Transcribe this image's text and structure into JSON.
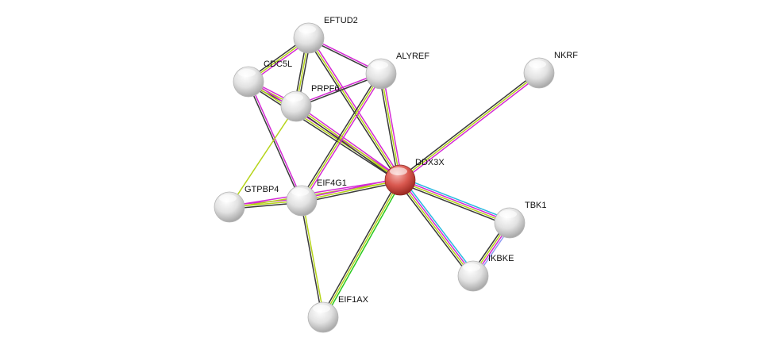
{
  "network": {
    "query_node": "DDX3X",
    "colors": {
      "magenta": "#d42ad4",
      "lime": "#b5d418",
      "black": "#3a3a3a",
      "cyan": "#29b8e0",
      "blue": "#8f9cf2",
      "green": "#27c81d",
      "query": "#d9534f",
      "node": "#e4e4e4"
    },
    "nodes": [
      {
        "id": "EFTUD2",
        "label": "EFTUD2"
      },
      {
        "id": "CDC5L",
        "label": "CDC5L"
      },
      {
        "id": "ALYREF",
        "label": "ALYREF"
      },
      {
        "id": "PRPF6",
        "label": "PRPF6"
      },
      {
        "id": "NKRF",
        "label": "NKRF"
      },
      {
        "id": "DDX3X",
        "label": "DDX3X"
      },
      {
        "id": "GTPBP4",
        "label": "GTPBP4"
      },
      {
        "id": "EIF4G1",
        "label": "EIF4G1"
      },
      {
        "id": "TBK1",
        "label": "TBK1"
      },
      {
        "id": "IKBKE",
        "label": "IKBKE"
      },
      {
        "id": "EIF1AX",
        "label": "EIF1AX"
      }
    ],
    "edges": [
      {
        "a": "EFTUD2",
        "b": "CDC5L",
        "c": [
          "magenta",
          "lime",
          "black"
        ]
      },
      {
        "a": "EFTUD2",
        "b": "PRPF6",
        "c": [
          "black",
          "lime",
          "black"
        ]
      },
      {
        "a": "EFTUD2",
        "b": "ALYREF",
        "c": [
          "magenta",
          "black"
        ]
      },
      {
        "a": "EFTUD2",
        "b": "DDX3X",
        "c": [
          "magenta",
          "lime",
          "black"
        ]
      },
      {
        "a": "CDC5L",
        "b": "PRPF6",
        "c": [
          "magenta",
          "lime",
          "black"
        ]
      },
      {
        "a": "CDC5L",
        "b": "DDX3X",
        "c": [
          "magenta",
          "lime",
          "black"
        ]
      },
      {
        "a": "CDC5L",
        "b": "EIF4G1",
        "c": [
          "magenta",
          "black"
        ]
      },
      {
        "a": "PRPF6",
        "b": "ALYREF",
        "c": [
          "magenta",
          "black"
        ]
      },
      {
        "a": "PRPF6",
        "b": "DDX3X",
        "c": [
          "magenta",
          "lime",
          "black"
        ]
      },
      {
        "a": "PRPF6",
        "b": "GTPBP4",
        "c": [
          "lime"
        ]
      },
      {
        "a": "ALYREF",
        "b": "DDX3X",
        "c": [
          "magenta",
          "lime",
          "black"
        ]
      },
      {
        "a": "ALYREF",
        "b": "EIF4G1",
        "c": [
          "magenta",
          "lime",
          "black"
        ]
      },
      {
        "a": "NKRF",
        "b": "DDX3X",
        "c": [
          "magenta",
          "lime",
          "black"
        ]
      },
      {
        "a": "GTPBP4",
        "b": "EIF4G1",
        "c": [
          "magenta",
          "lime",
          "black"
        ]
      },
      {
        "a": "GTPBP4",
        "b": "DDX3X",
        "c": [
          "magenta",
          "lime"
        ]
      },
      {
        "a": "EIF4G1",
        "b": "DDX3X",
        "c": [
          "magenta",
          "lime",
          "black"
        ]
      },
      {
        "a": "EIF4G1",
        "b": "EIF1AX",
        "c": [
          "lime",
          "black"
        ]
      },
      {
        "a": "DDX3X",
        "b": "EIF1AX",
        "c": [
          "green",
          "lime",
          "black"
        ]
      },
      {
        "a": "DDX3X",
        "b": "TBK1",
        "c": [
          "cyan",
          "magenta",
          "lime",
          "black"
        ]
      },
      {
        "a": "DDX3X",
        "b": "IKBKE",
        "c": [
          "cyan",
          "magenta",
          "lime",
          "black"
        ]
      },
      {
        "a": "TBK1",
        "b": "IKBKE",
        "c": [
          "blue",
          "magenta",
          "lime",
          "black"
        ]
      }
    ]
  }
}
